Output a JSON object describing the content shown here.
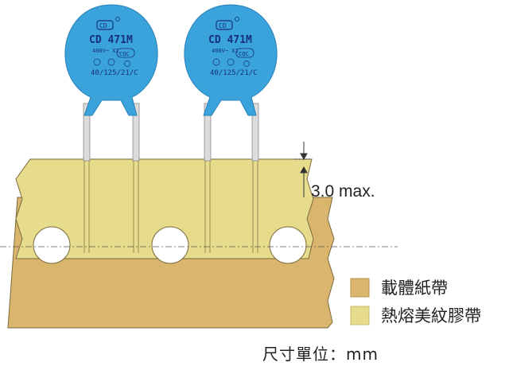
{
  "colors": {
    "carrier_tape": "#d9b56e",
    "heat_seal_tape": "#e7dc8c",
    "capacitor_body": "#3aa3dc",
    "lead_wire": "#d8d8d8",
    "outline": "#7a6a3e"
  },
  "capacitors": [
    {
      "part_number": "CD 471M",
      "voltage_line": "400V~ X1",
      "cert_mark": "CQC",
      "rating_code": "40/125/21/C",
      "logo_icon": "cd-logo-icon"
    },
    {
      "part_number": "CD 471M",
      "voltage_line": "400V~ X1",
      "cert_mark": "CQC",
      "rating_code": "40/125/21/C",
      "logo_icon": "cd-logo-icon"
    }
  ],
  "dimension": {
    "label": "3.0 max."
  },
  "legend": [
    {
      "label": "載體紙帶",
      "color": "#d9b56e"
    },
    {
      "label": "熱熔美紋膠帶",
      "color": "#e7dc8c"
    }
  ],
  "unit_note": "尺寸單位：mm"
}
